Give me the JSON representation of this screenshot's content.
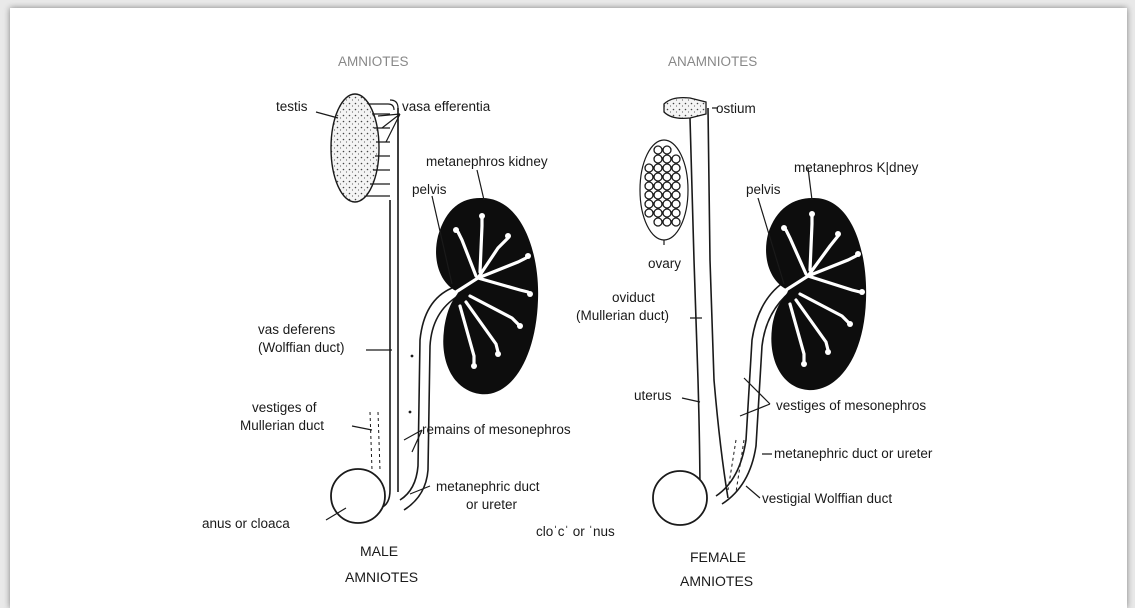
{
  "top_titles": {
    "left": "AMNIOTES",
    "right": "ANAMNIOTES"
  },
  "male": {
    "labels": {
      "testis": "testis",
      "vasa_efferentia": "vasa  efferentia",
      "metanephros_kidney": "metanephros  kidney",
      "pelvis": "pelvis",
      "vas_deferens_1": "vas  deferens",
      "vas_deferens_2": "(Wolffian  duct)",
      "vestiges_1": "vestiges of",
      "vestiges_2": "Mullerian  duct",
      "remains": "remains of mesonephros",
      "metanephric_1": "metanephric duct",
      "metanephric_2": "or  ureter",
      "anus": "anus  or  cloaca"
    },
    "caption_1": "MALE",
    "caption_2": "AMNIOTES"
  },
  "female": {
    "labels": {
      "ostium": "ostium",
      "metanephros_kidney": "metanephros  K|dney",
      "pelvis": "pelvis",
      "ovary": "ovary",
      "oviduct_1": "oviduct",
      "oviduct_2": "(Mullerian  duct)",
      "uterus": "uterus",
      "vestiges_meso": "vestiges of mesonephros",
      "metanephric": "metanephric  duct  or  ureter",
      "vestigial_wolffian": "vestigial Wolffian  duct",
      "cloaca": "cloˈcˈ  or  ˈnus"
    },
    "caption_1": "FEMALE",
    "caption_2": "AMNIOTES"
  }
}
